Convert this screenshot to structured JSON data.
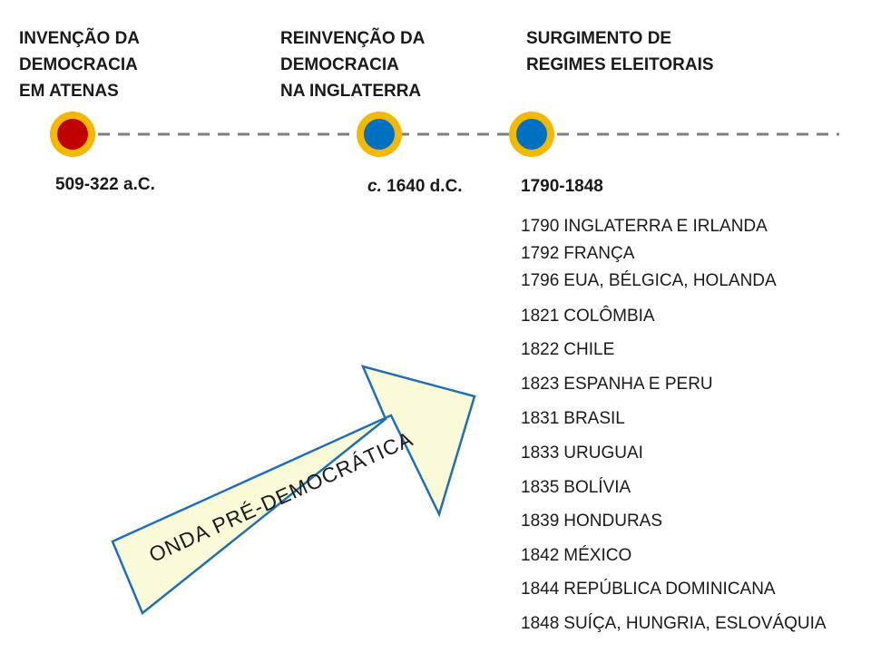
{
  "headings": {
    "athens": [
      "INVENÇÃO DA",
      "DEMOCRACIA",
      "EM ATENAS"
    ],
    "england": [
      "REINVENÇÃO DA",
      "DEMOCRACIA",
      "NA INGLATERRA"
    ],
    "regimes": [
      "SURGIMENTO DE",
      "REGIMES ELEITORAIS"
    ]
  },
  "dates": {
    "athens": "509-322 a.C.",
    "england_prefix": "c.",
    "england": "1640 d.C.",
    "regimes": "1790-1848"
  },
  "arrow_label": "ONDA PRÉ-DEMOCRÁTICA",
  "events": [
    {
      "year": "1790",
      "place": "INGLATERRA E IRLANDA"
    },
    {
      "year": "1792",
      "place": "FRANÇA"
    },
    {
      "year": "1796",
      "place": "EUA, BÉLGICA, HOLANDA"
    },
    {
      "year": "1821",
      "place": "COLÔMBIA"
    },
    {
      "year": "1822",
      "place": "CHILE"
    },
    {
      "year": "1823",
      "place": "ESPANHA E PERU"
    },
    {
      "year": "1831",
      "place": "BRASIL"
    },
    {
      "year": "1833",
      "place": "URUGUAI"
    },
    {
      "year": "1835",
      "place": "BOLÍVIA"
    },
    {
      "year": "1839",
      "place": "HONDURAS"
    },
    {
      "year": "1842",
      "place": "MÉXICO"
    },
    {
      "year": "1844",
      "place": "REPÚBLICA DOMINICANA"
    },
    {
      "year": "1848",
      "place": "SUÍÇA, HUNGRIA, ESLOVÁQUIA"
    }
  ],
  "colors": {
    "node_ring": "#f5b800",
    "node_athens": "#c00000",
    "node_modern": "#0070c0",
    "dashed_line": "#7f7f7f",
    "arrow_fill": "#fbfbd9",
    "arrow_stroke": "#1f6fb5"
  }
}
